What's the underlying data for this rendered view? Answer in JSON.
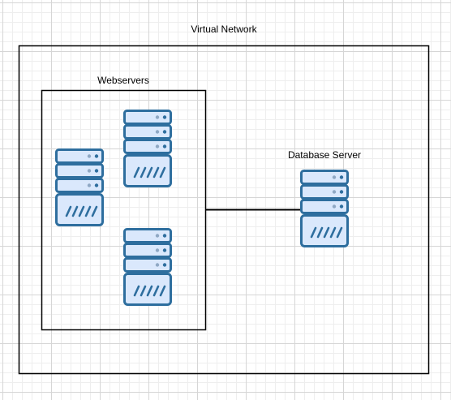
{
  "diagram": {
    "virtual_network": {
      "label": "Virtual Network"
    },
    "webservers": {
      "label": "Webservers"
    },
    "database_server": {
      "label": "Database Server"
    }
  },
  "colors": {
    "server_fill": "#dae8fc",
    "server_stroke": "#2e6e9e",
    "border": "#000000"
  },
  "icons": {
    "webserver": "server-icon",
    "database": "server-icon"
  }
}
